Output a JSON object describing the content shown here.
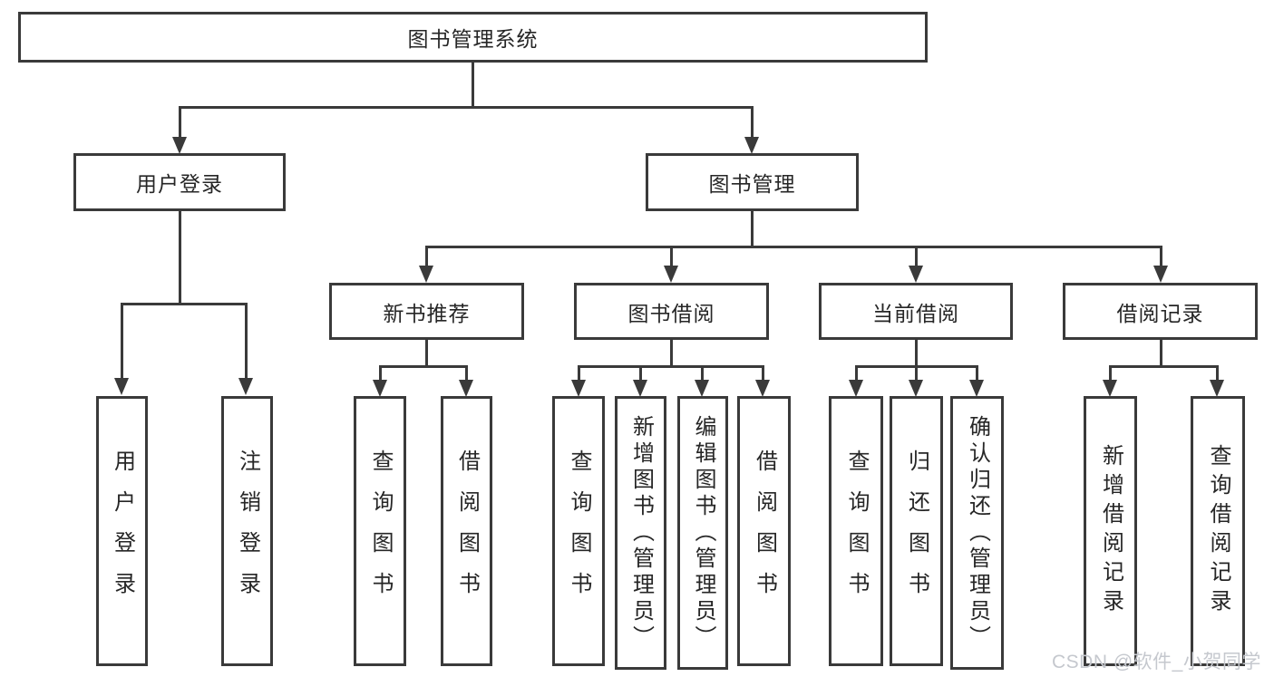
{
  "watermark": "CSDN @软件_小贺同学",
  "colors": {
    "line": "#3a3a3a",
    "box_background": "#ffffff",
    "label_text": "#262626",
    "watermark_text": "#c5c8ce"
  },
  "tree": {
    "root": {
      "label": "图书管理系统"
    },
    "branches": [
      {
        "label": "用户登录",
        "children": [
          {
            "label": "用户登录"
          },
          {
            "label": "注销登录"
          }
        ]
      },
      {
        "label": "图书管理",
        "children": [
          {
            "label": "新书推荐",
            "children": [
              {
                "label": "查询图书"
              },
              {
                "label": "借阅图书"
              }
            ]
          },
          {
            "label": "图书借阅",
            "children": [
              {
                "label": "查询图书"
              },
              {
                "label": "新增图书（管理员）"
              },
              {
                "label": "编辑图书（管理员）"
              },
              {
                "label": "借阅图书"
              }
            ]
          },
          {
            "label": "当前借阅",
            "children": [
              {
                "label": "查询图书"
              },
              {
                "label": "归还图书"
              },
              {
                "label": "确认归还（管理员）"
              }
            ]
          },
          {
            "label": "借阅记录",
            "children": [
              {
                "label": "新增借阅记录"
              },
              {
                "label": "查询借阅记录"
              }
            ]
          }
        ]
      }
    ]
  }
}
